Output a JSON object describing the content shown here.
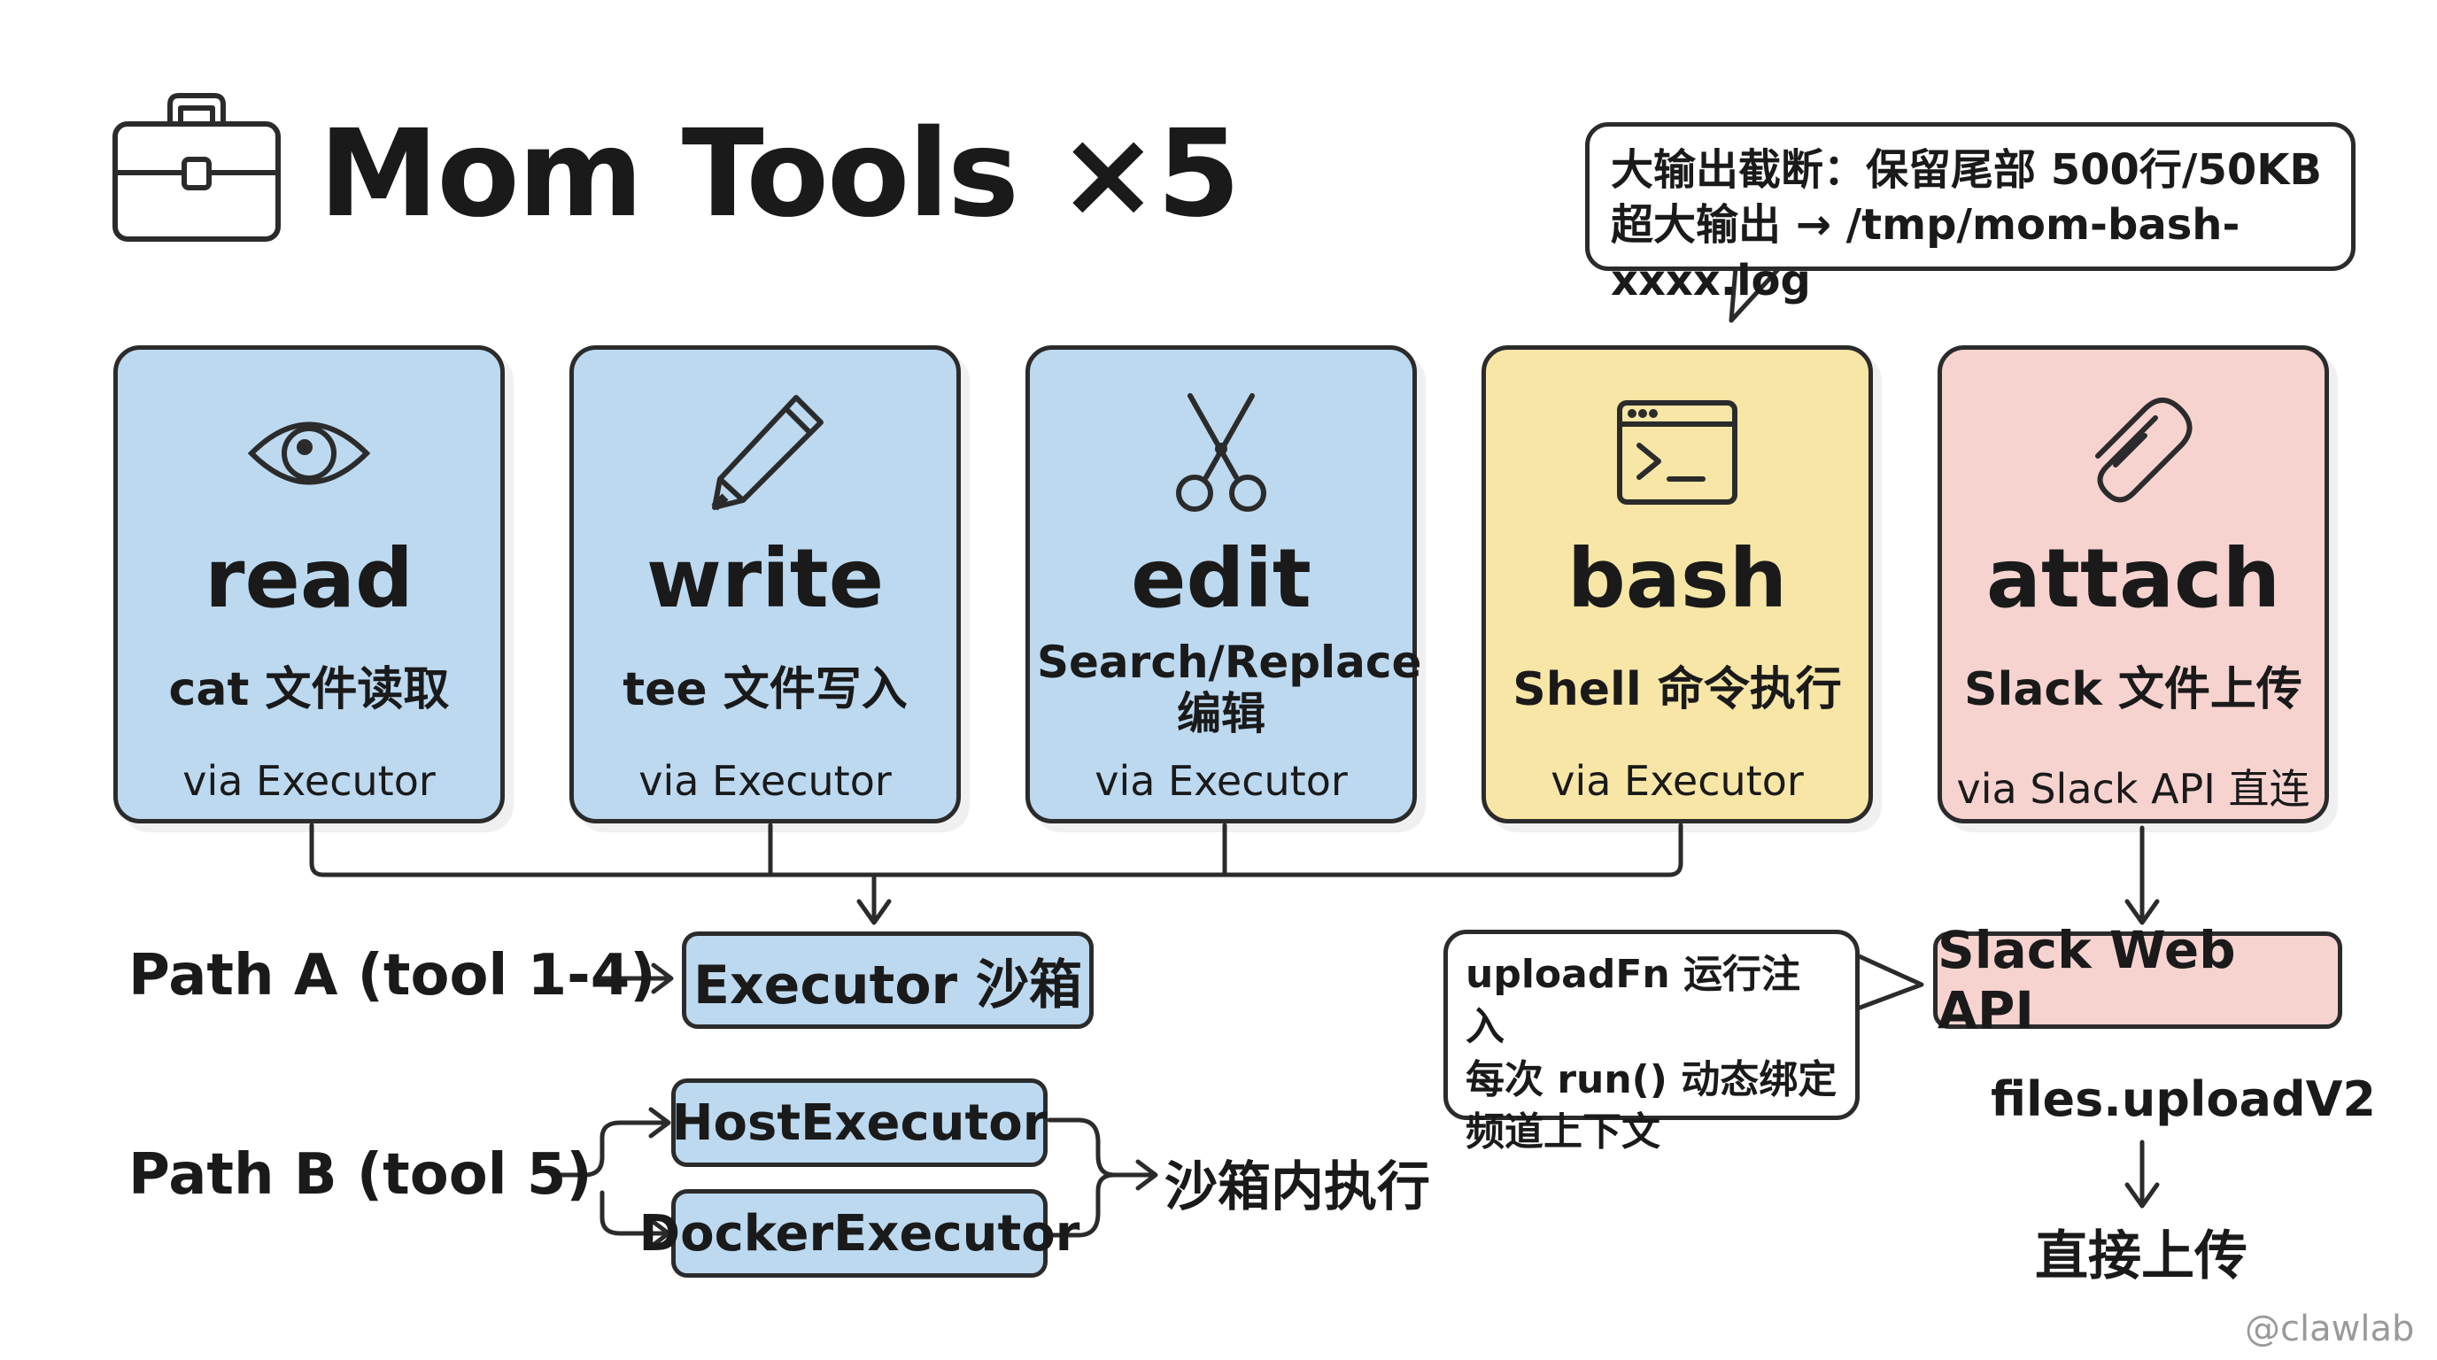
{
  "title": "Mom Tools ×5",
  "icons": {
    "toolbox": "toolbox-icon",
    "read": "eye-icon",
    "write": "pencil-icon",
    "edit": "scissors-icon",
    "bash": "terminal-icon",
    "attach": "paperclip-icon"
  },
  "colors": {
    "sandbox_blue": "#bcd9f0",
    "bash_yellow": "#f7e6a6",
    "attach_pink": "#f7d3d0",
    "ink": "#2b2b2b"
  },
  "tools": [
    {
      "name": "read",
      "desc": "cat 文件读取",
      "via": "via Executor"
    },
    {
      "name": "write",
      "desc": "tee 文件写入",
      "via": "via Executor"
    },
    {
      "name": "edit",
      "desc": "Search/Replace 编辑",
      "via": "via Executor"
    },
    {
      "name": "bash",
      "desc": "Shell 命令执行",
      "via": "via Executor"
    },
    {
      "name": "attach",
      "desc": "Slack 文件上传",
      "via": "via Slack API 直连"
    }
  ],
  "bash_callout": {
    "line1": "大输出截断：保留尾部 500行/50KB",
    "line2": "超大输出 → /tmp/mom-bash-xxxx.log"
  },
  "path_a": {
    "label": "Path A (tool 1-4)",
    "target": "Executor 沙箱"
  },
  "path_b": {
    "label": "Path B (tool 5)",
    "host": "HostExecutor",
    "docker": "DockerExecutor",
    "result": "沙箱内执行"
  },
  "upload_callout": {
    "line1": "uploadFn 运行注入",
    "line2": "每次 run() 动态绑定",
    "line3": "频道上下文"
  },
  "slack": {
    "api": "Slack Web API",
    "method": "files.uploadV2",
    "result": "直接上传"
  },
  "watermark": "@clawlab"
}
